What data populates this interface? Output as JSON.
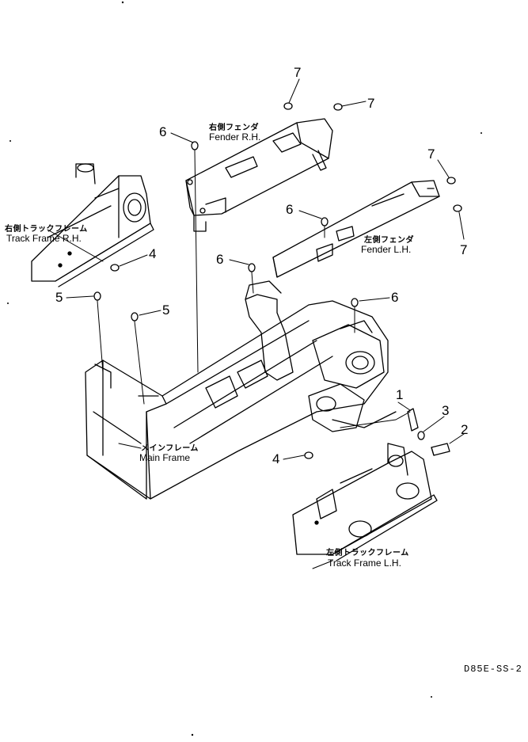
{
  "labels": {
    "track_frame_rh": {
      "jp": "右側トラックフレーム",
      "en": "Track Frame R.H."
    },
    "fender_rh": {
      "jp": "右側フェンダ",
      "en": "Fender R.H."
    },
    "fender_lh": {
      "jp": "左側フェンダ",
      "en": "Fender L.H."
    },
    "main_frame": {
      "jp": "メインフレーム",
      "en": "Main Frame"
    },
    "track_frame_lh": {
      "jp": "左側トラックフレーム",
      "en": "Track Frame L.H."
    }
  },
  "callouts": {
    "c7a": "7",
    "c7b": "7",
    "c7c": "7",
    "c7d": "7",
    "c6a": "6",
    "c6b": "6",
    "c6c": "6",
    "c6d": "6",
    "c5a": "5",
    "c5b": "5",
    "c4a": "4",
    "c4b": "4",
    "c1": "1",
    "c2": "2",
    "c3": "3"
  },
  "drawing_code": "D85E-SS-2"
}
